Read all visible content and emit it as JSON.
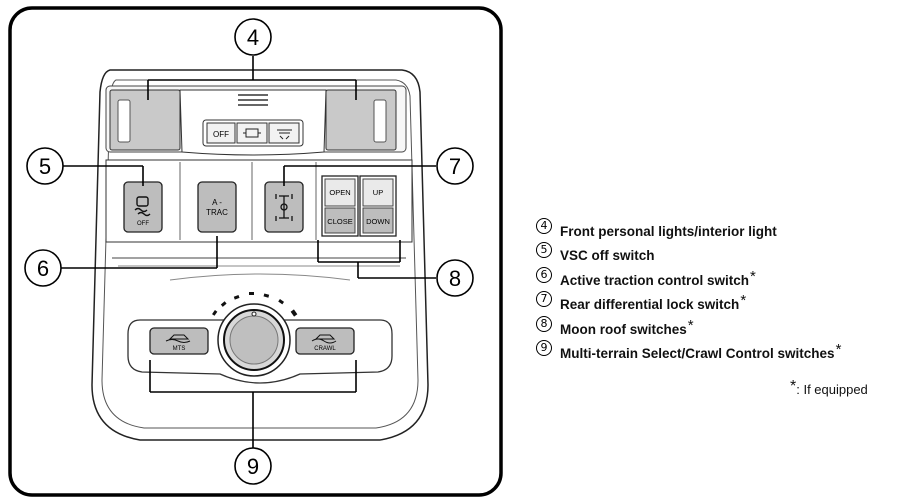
{
  "diagram": {
    "callouts": [
      "4",
      "5",
      "6",
      "7",
      "8",
      "9"
    ],
    "switch_labels": {
      "light_off": "OFF",
      "vsc_off": "OFF",
      "atrac_line1": "A -",
      "atrac_line2": "TRAC",
      "moonroof_open": "OPEN",
      "moonroof_close": "CLOSE",
      "moonroof_up": "UP",
      "moonroof_down": "DOWN",
      "mts": "MTS",
      "crawl": "CRAWL"
    }
  },
  "legend": {
    "items": [
      {
        "num": "4",
        "text": "Front personal lights/interior light",
        "mark": ""
      },
      {
        "num": "5",
        "text": "VSC off switch",
        "mark": ""
      },
      {
        "num": "6",
        "text": "Active traction control switch",
        "mark": "*"
      },
      {
        "num": "7",
        "text": "Rear differential lock switch",
        "mark": "*"
      },
      {
        "num": "8",
        "text": "Moon roof switches",
        "mark": "*"
      },
      {
        "num": "9",
        "text": "Multi-terrain Select/Crawl Control switches",
        "mark": "*"
      }
    ],
    "footnote_mark": "*",
    "footnote_text": ": If equipped"
  }
}
